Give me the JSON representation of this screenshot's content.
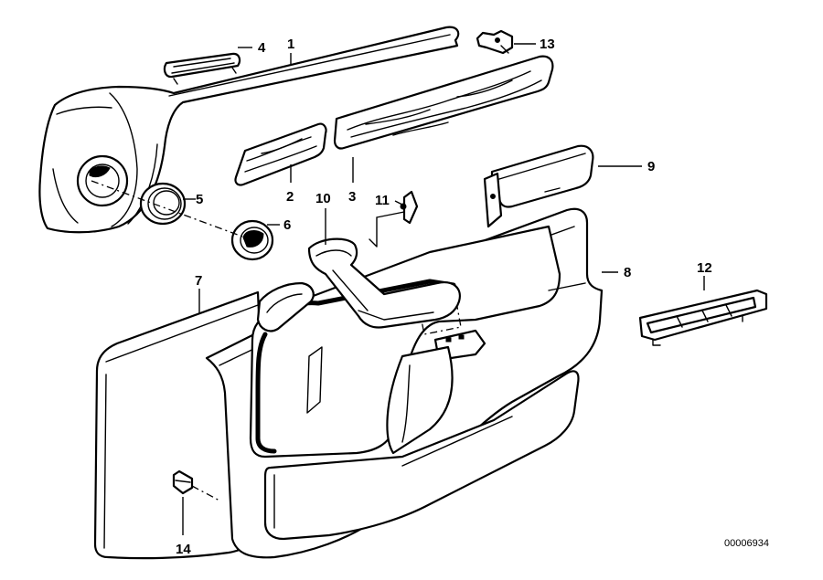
{
  "diagram": {
    "callouts": [
      "1",
      "2",
      "3",
      "4",
      "5",
      "6",
      "7",
      "8",
      "9",
      "10",
      "11",
      "12",
      "13",
      "14"
    ],
    "reference_number": "00006934"
  }
}
